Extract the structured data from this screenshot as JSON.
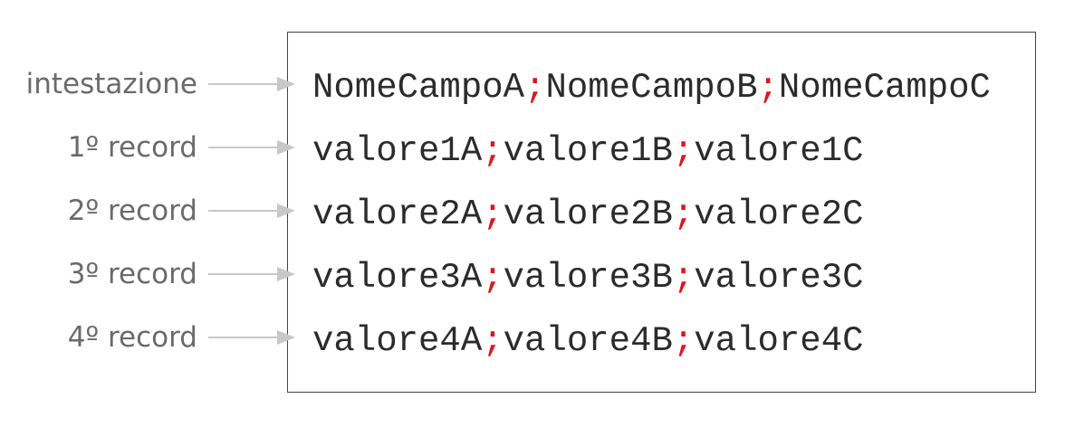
{
  "separator": ";",
  "separator_color": "#e0141c",
  "label_color": "#6a6a6a",
  "arrow_color": "#c8c8c8",
  "rows": [
    {
      "label": "intestazione",
      "fields": [
        "NomeCampoA",
        "NomeCampoB",
        "NomeCampoC"
      ]
    },
    {
      "label": "1º record",
      "fields": [
        "valore1A",
        "valore1B",
        "valore1C"
      ]
    },
    {
      "label": "2º record",
      "fields": [
        "valore2A",
        "valore2B",
        "valore2C"
      ]
    },
    {
      "label": "3º record",
      "fields": [
        "valore3A",
        "valore3B",
        "valore3C"
      ]
    },
    {
      "label": "4º record",
      "fields": [
        "valore4A",
        "valore4B",
        "valore4C"
      ]
    }
  ]
}
